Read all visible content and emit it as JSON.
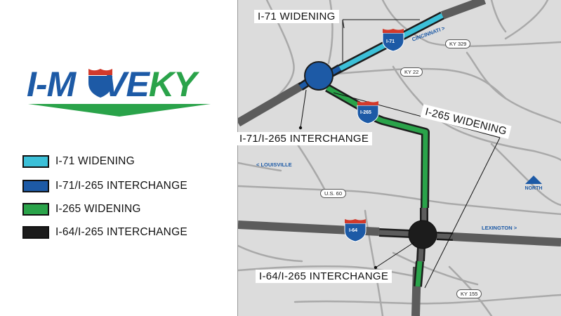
{
  "logo": {
    "part_i": "I-M",
    "part_ve": "VE",
    "part_ky": "KY",
    "shield_blue": "#1d5aa6",
    "shield_red": "#d23a2c",
    "green": "#2aa34a"
  },
  "legend": [
    {
      "label": "I-71 WIDENING",
      "color": "#3cc0d8"
    },
    {
      "label": "I-71/I-265 INTERCHANGE",
      "color": "#1d5aa6"
    },
    {
      "label": "I-265 WIDENING",
      "color": "#2aa34a"
    },
    {
      "label": "I-64/I-265 INTERCHANGE",
      "color": "#1c1c1c"
    }
  ],
  "callouts": {
    "i71_widening": "I-71 WIDENING",
    "i265_widening": "I-265 WIDENING",
    "i71_i265_interchange": "I-71/I-265 INTERCHANGE",
    "i64_i265_interchange": "I-64/I-265 INTERCHANGE"
  },
  "map_labels": {
    "cincinnati": "CINCINNATI >",
    "louisville": "< LOUISVILLE",
    "lexington": "LEXINGTON >",
    "north": "NORTH"
  },
  "routes": {
    "ky329": "KY 329",
    "ky22": "KY 22",
    "us60": "U.S. 60",
    "ky155": "KY 155"
  },
  "shields": {
    "i71": "I-71",
    "i265": "I-265",
    "i64": "I-64"
  },
  "colors": {
    "map_bg": "#dcdcdc",
    "minor_road": "#a9a9a9",
    "highway": "#5c5c5c",
    "i71_widening": "#3cc0d8",
    "interchange_71": "#1d5aa6",
    "i265_widening": "#2aa34a",
    "interchange_64": "#1c1c1c"
  }
}
